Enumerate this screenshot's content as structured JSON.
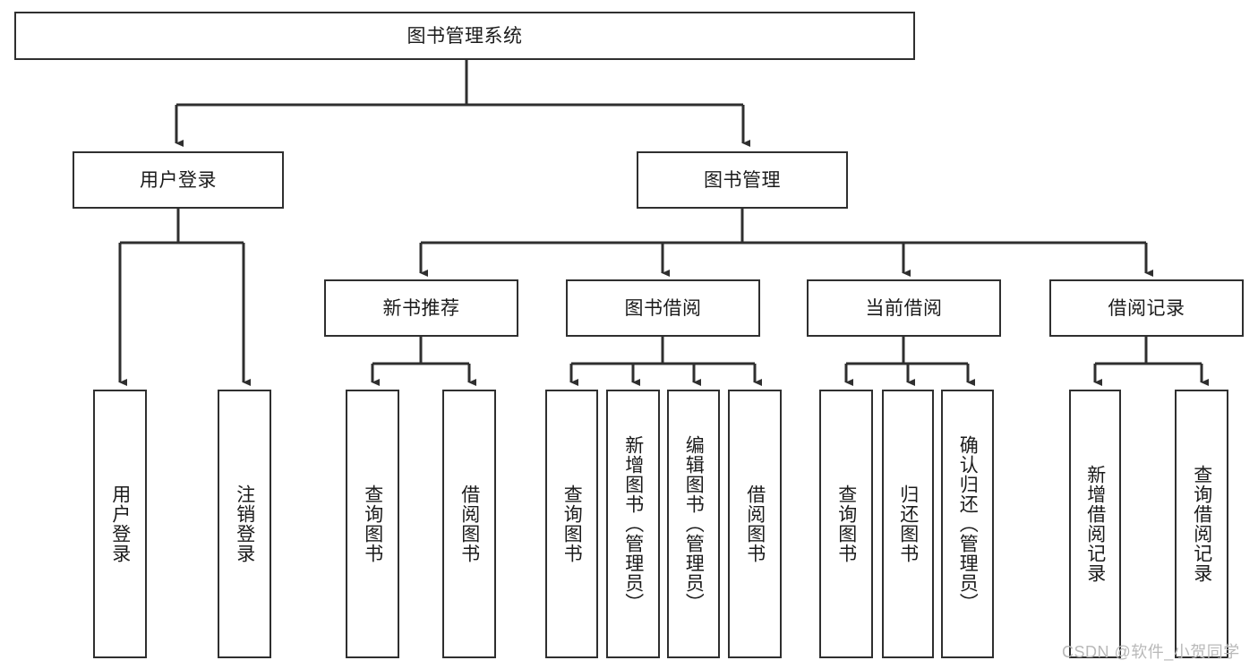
{
  "diagram": {
    "type": "tree-hierarchy-diagram",
    "title_node": {
      "label": "图书管理系统"
    },
    "level2": [
      {
        "id": "user-login",
        "label": "用户登录"
      },
      {
        "id": "book-management",
        "label": "图书管理"
      }
    ],
    "level3": [
      {
        "id": "new-book-recommend",
        "label": "新书推荐"
      },
      {
        "id": "book-borrow",
        "label": "图书借阅"
      },
      {
        "id": "current-borrow",
        "label": "当前借阅"
      },
      {
        "id": "borrow-record",
        "label": "借阅记录"
      }
    ],
    "leaves": {
      "user_login": [
        {
          "id": "leaf-user-login",
          "label": "用户登录"
        },
        {
          "id": "leaf-logout-login",
          "label": "注销登录"
        }
      ],
      "new_book_recommend": [
        {
          "id": "leaf-query-book-1",
          "label": "查询图书"
        },
        {
          "id": "leaf-borrow-book-1",
          "label": "借阅图书"
        }
      ],
      "book_borrow": [
        {
          "id": "leaf-query-book-2",
          "label": "查询图书"
        },
        {
          "id": "leaf-add-book-admin",
          "label": "新增图书（管理员）"
        },
        {
          "id": "leaf-edit-book-admin",
          "label": "编辑图书（管理员）"
        },
        {
          "id": "leaf-borrow-book-2",
          "label": "借阅图书"
        }
      ],
      "current_borrow": [
        {
          "id": "leaf-query-book-3",
          "label": "查询图书"
        },
        {
          "id": "leaf-return-book",
          "label": "归还图书"
        },
        {
          "id": "leaf-confirm-return-admin",
          "label": "确认归还（管理员）"
        }
      ],
      "borrow_record": [
        {
          "id": "leaf-add-borrow-record",
          "label": "新增借阅记录"
        },
        {
          "id": "leaf-query-borrow-record",
          "label": "查询借阅记录"
        }
      ]
    },
    "watermark": "CSDN @软件_小贺同学",
    "colors": {
      "border": "#2f2f2f",
      "connector": "#2f2f2f",
      "text": "#1b1b1b",
      "background": "#ffffff",
      "watermark": "#b9b9b9"
    }
  }
}
